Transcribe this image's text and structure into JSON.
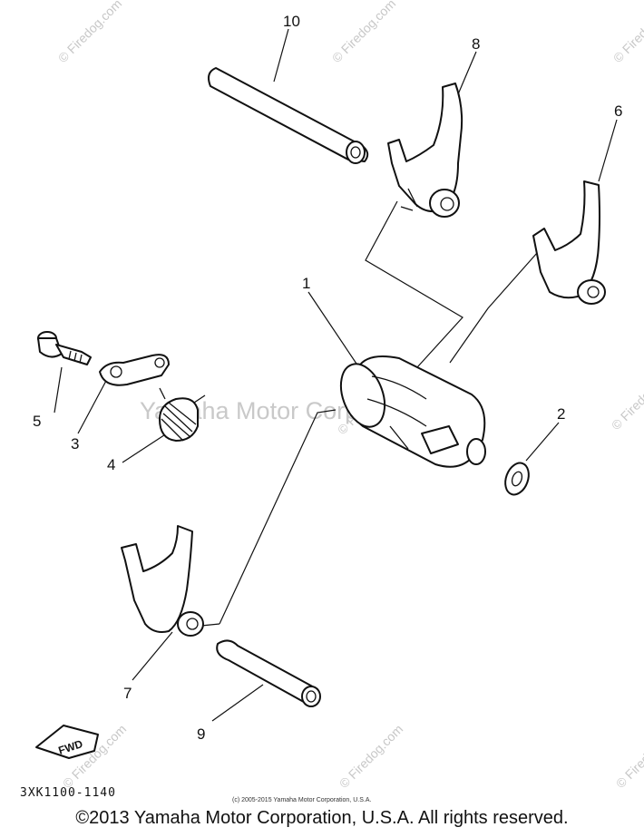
{
  "diagram": {
    "callouts": {
      "c1": "1",
      "c2": "2",
      "c3": "3",
      "c4": "4",
      "c5": "5",
      "c6": "6",
      "c7": "7",
      "c8": "8",
      "c9": "9",
      "c10": "10"
    },
    "direction_marker": "FWD",
    "drawing_code": "3XK1100-1140",
    "fine_print": "(c) 2005-2015 Yamaha Motor Corporation, U.S.A.",
    "watermark_center": "Yamaha Motor Corp., U.S.A.",
    "watermark_site": "© Firedog.com",
    "copyright": "©2013 Yamaha Motor Corporation, U.S.A. All rights reserved."
  }
}
